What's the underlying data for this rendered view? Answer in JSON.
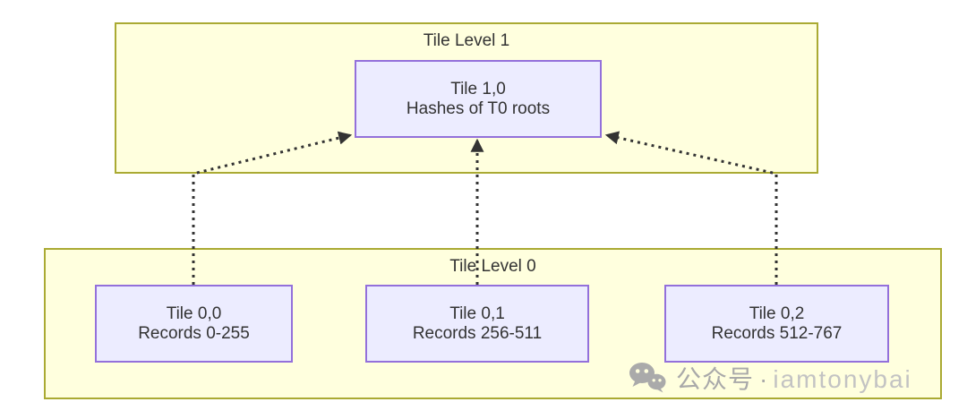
{
  "diagram": {
    "level1": {
      "label": "Tile Level 1",
      "node": {
        "line1": "Tile 1,0",
        "line2": "Hashes of T0 roots"
      }
    },
    "level0": {
      "label": "Tile Level 0",
      "nodes": [
        {
          "line1": "Tile 0,0",
          "line2": "Records 0-255"
        },
        {
          "line1": "Tile 0,1",
          "line2": "Records 256-511"
        },
        {
          "line1": "Tile 0,2",
          "line2": "Records 512-767"
        }
      ]
    },
    "edges": [
      {
        "from": "Tile 0,0",
        "to": "Tile 1,0",
        "style": "dotted-arrow"
      },
      {
        "from": "Tile 0,1",
        "to": "Tile 1,0",
        "style": "dotted-arrow"
      },
      {
        "from": "Tile 0,2",
        "to": "Tile 1,0",
        "style": "dotted-arrow"
      }
    ],
    "colors": {
      "cluster_fill": "#ffffde",
      "cluster_border": "#aaaa33",
      "node_fill": "#ececff",
      "node_border": "#9370db",
      "arrow": "#333333",
      "text": "#333333"
    }
  },
  "watermark": {
    "icon": "wechat-icon",
    "cn": "公众号",
    "sep": "·",
    "en": "iamtonybai",
    "colors": {
      "cn": "#a9a9a9",
      "en": "#c3c3c3",
      "icon": "#aaaaaa"
    }
  }
}
